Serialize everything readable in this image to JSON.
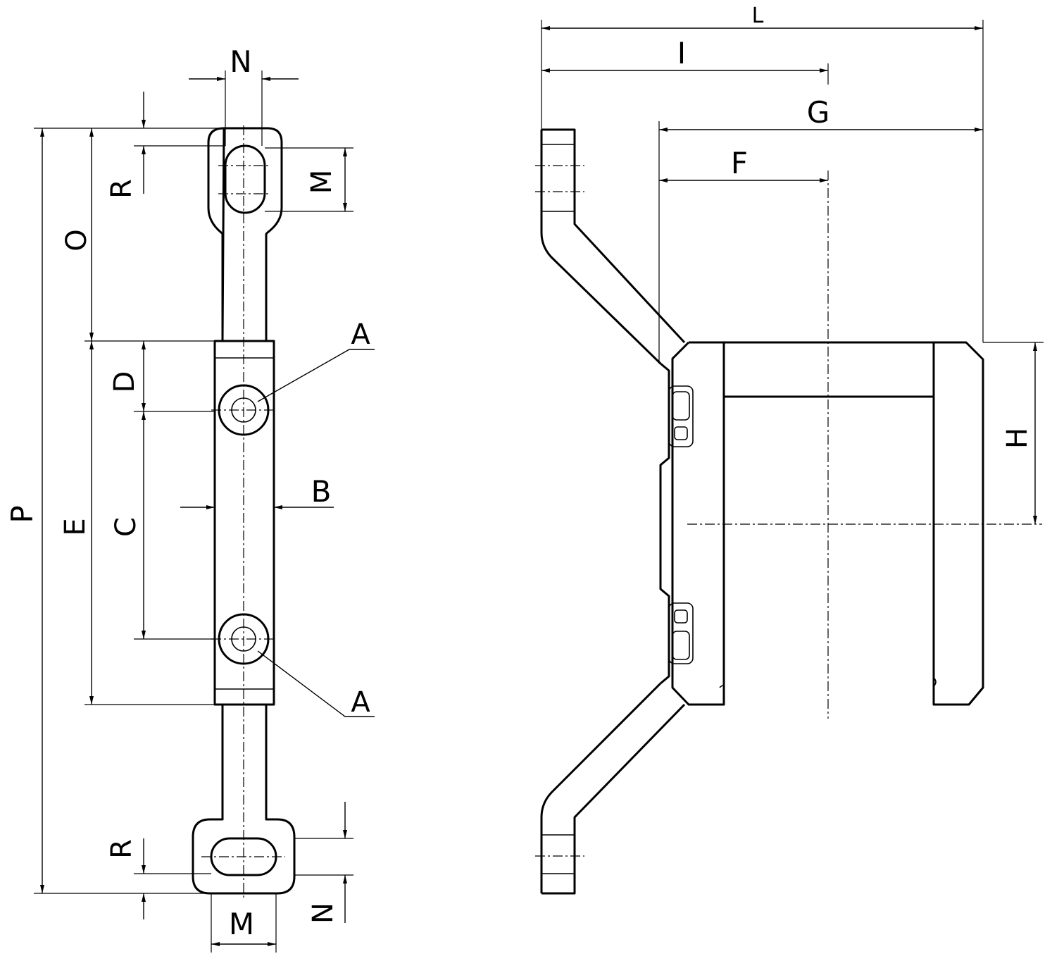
{
  "diagram": {
    "left_view": {
      "labels": {
        "N_top": "N",
        "R_top": "R",
        "M_top": "M",
        "O": "O",
        "P": "P",
        "E": "E",
        "D": "D",
        "C": "C",
        "B": "B",
        "A_top": "A",
        "A_bottom": "A",
        "R_bottom": "R",
        "N_bottom": "N",
        "M_bottom": "M"
      }
    },
    "right_view": {
      "labels": {
        "L": "L",
        "I": "I",
        "G": "G",
        "F": "F",
        "H": "H"
      }
    }
  }
}
